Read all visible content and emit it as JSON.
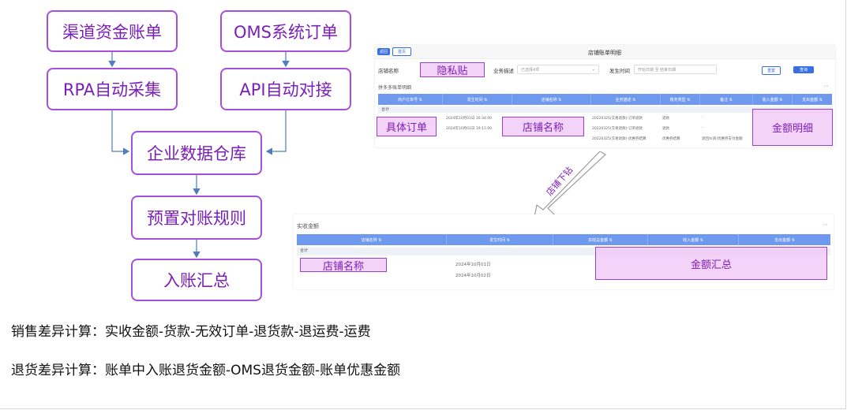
{
  "flow": {
    "channel_bill": "渠道资金账单",
    "oms_order": "OMS系统订单",
    "rpa": "RPA自动采集",
    "api": "API自动对接",
    "warehouse": "企业数据仓库",
    "rules": "预置对账规则",
    "summary": "入账汇总"
  },
  "notes": {
    "sales_diff": "销售差异计算：实收金额-货款-无效订单-退货款-退运费-运费",
    "return_diff": "退货差异计算：账单中入账退货金额-OMS退货金额-账单优惠金额"
  },
  "drill_label": "店铺下钻",
  "panel1": {
    "tag": "返回",
    "tab": "首页",
    "title": "店铺账单明细",
    "shop_label": "店铺名称",
    "biz_label": "业务描述",
    "biz_value": "已选择4项",
    "time_label": "发生时间",
    "time_placeholder": "开始日期  至  结束日期",
    "reset": "重置",
    "query": "查询",
    "section": "拼多多账单明细",
    "columns": [
      "商户订单号 ⇅",
      "发生时间 ⇅",
      "店铺名称 ⇅",
      "业务描述 ⇅",
      "账务类型 ⇅",
      "备注 ⇅",
      "收入金额 ⇅",
      "支出金额 ⇅"
    ],
    "sum_label": "合计",
    "rows": [
      [
        "",
        "2024年10月01日 16:34:00",
        "",
        "20220325(交易退款)-订单退款",
        "退款",
        "-"
      ],
      [
        "",
        "2024年10月01日 19:11:00",
        "",
        "20220325(交易退款)-订单退款",
        "退款",
        "-"
      ],
      [
        "",
        "",
        "",
        "20220325(交易退款)-优惠券结算",
        "优惠券结算",
        "退回X(商)优惠券支付金额"
      ]
    ],
    "ann_privacy": "隐私贴",
    "ann_order": "具体订单",
    "ann_shop": "店铺名称",
    "ann_amount": "金额明细"
  },
  "panel2": {
    "section": "实收金额",
    "columns": [
      "店铺名称 ⇅",
      "发生时间 ⇅",
      "实收总金额 ⇅",
      "收入金额 ⇅",
      "支出金额 ⇅"
    ],
    "sum_label": "合计",
    "dates": [
      "2024年10月01日",
      "2024年10月02日"
    ],
    "ann_shop": "店铺名称",
    "ann_amount": "金额汇总"
  }
}
